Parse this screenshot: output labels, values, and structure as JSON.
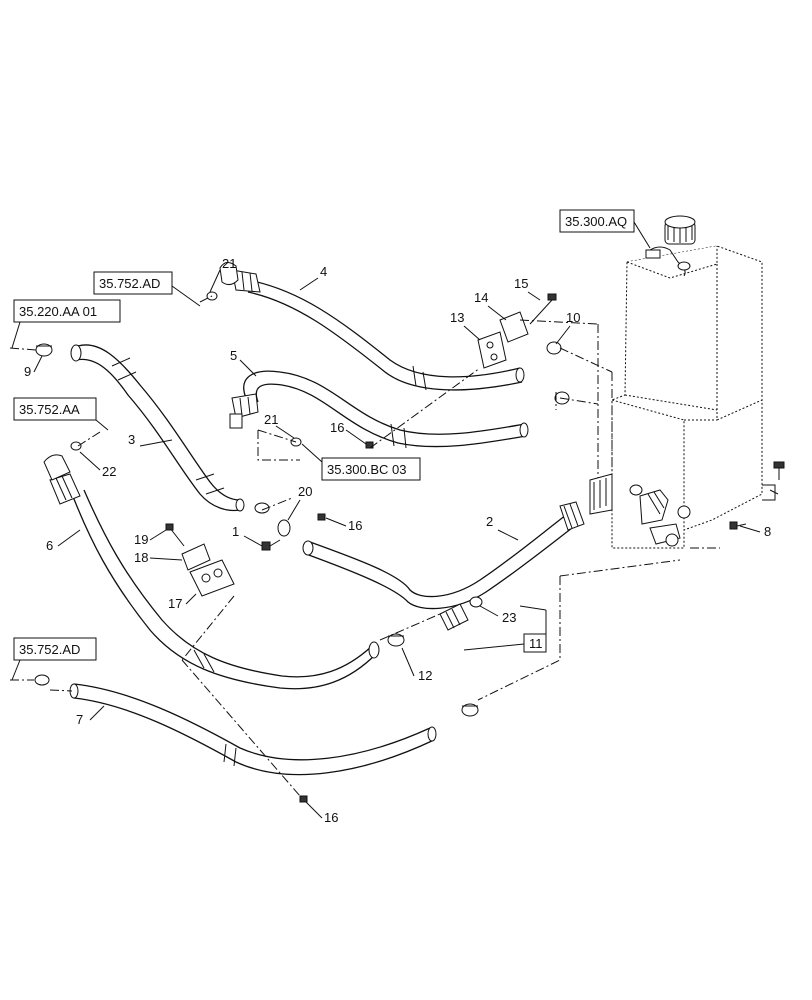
{
  "references": {
    "ref_35_300_AQ": "35.300.AQ",
    "ref_35_752_AD_top": "35.752.AD",
    "ref_35_220_AA_01": "35.220.AA 01",
    "ref_35_752_AA": "35.752.AA",
    "ref_35_300_BC_03": "35.300.BC 03",
    "ref_35_752_AD_bottom": "35.752.AD"
  },
  "callouts": {
    "c1": "1",
    "c2": "2",
    "c3": "3",
    "c4": "4",
    "c5": "5",
    "c6": "6",
    "c7": "7",
    "c8": "8",
    "c9": "9",
    "c10": "10",
    "c11": "11",
    "c12": "12",
    "c13": "13",
    "c14": "14",
    "c15": "15",
    "c16a": "16",
    "c16b": "16",
    "c16c": "16",
    "c17": "17",
    "c18": "18",
    "c19": "19",
    "c20": "20",
    "c21a": "21",
    "c21b": "21",
    "c22": "22",
    "c23": "23"
  }
}
